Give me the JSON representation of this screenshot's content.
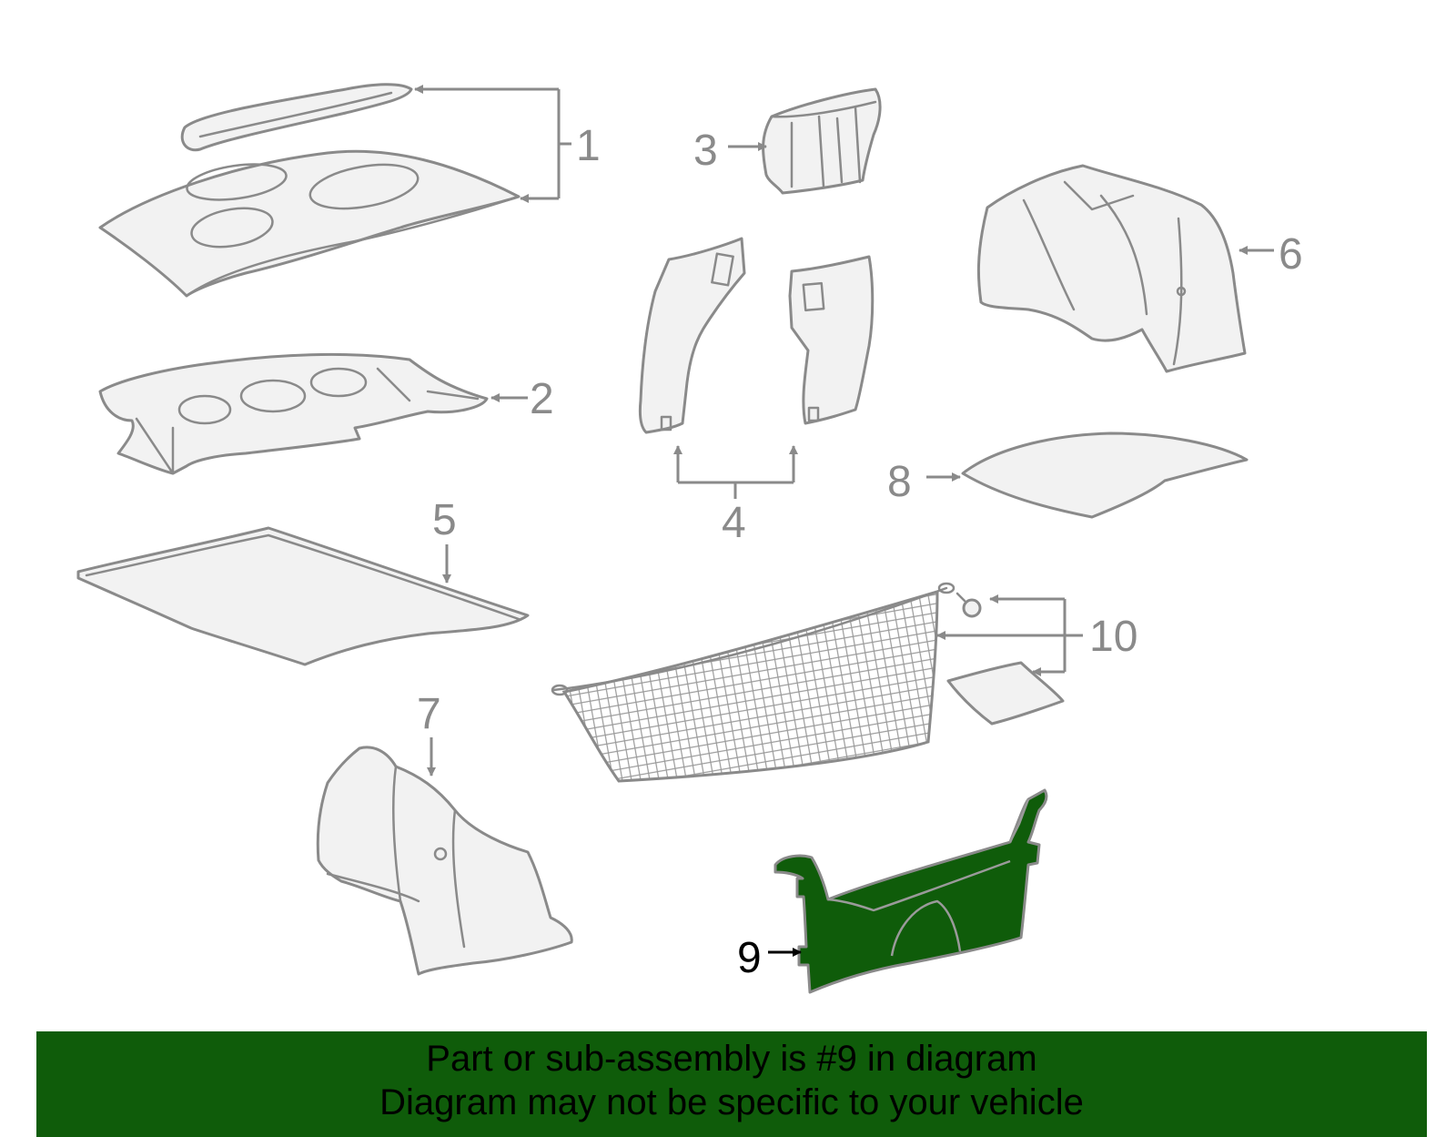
{
  "callouts": {
    "c1": "1",
    "c2": "2",
    "c3": "3",
    "c4": "4",
    "c5": "5",
    "c6": "6",
    "c7": "7",
    "c8": "8",
    "c9": "9",
    "c10": "10"
  },
  "highlighted_part": "9",
  "colors": {
    "highlight": "#0f5c0a",
    "outline": "#8a8a8a",
    "part_fill": "#f2f2f2"
  },
  "banner": {
    "line1": "Part or sub-assembly is #9 in diagram",
    "line2": "Diagram may not be specific to your vehicle"
  }
}
